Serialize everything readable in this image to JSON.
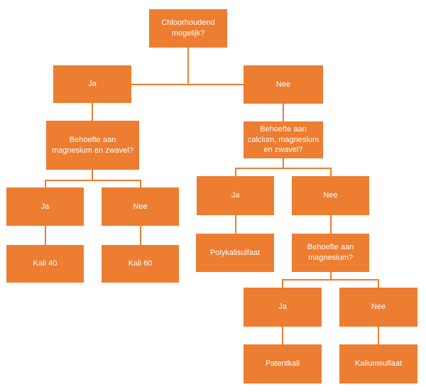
{
  "colors": {
    "box_fill": "#ED7D31",
    "box_text": "#FFFFFF",
    "connector_line": "#ED7D31",
    "background": "#FFFFFF"
  },
  "flowchart": {
    "nodes": {
      "root": {
        "label": "Chloorhoudend mogelijk?"
      },
      "ja_chloor": {
        "label": "Ja"
      },
      "nee_chloor": {
        "label": "Nee"
      },
      "vraag_magnesium_zwavel": {
        "label": "Behoefte aan magnesium en zwavel?"
      },
      "ja_magnesium_zwavel": {
        "label": "Ja"
      },
      "nee_magnesium_zwavel": {
        "label": "Nee"
      },
      "kali_40": {
        "label": "Kali 40"
      },
      "kali_60": {
        "label": "Kali 60"
      },
      "vraag_calcium_magnesium_zwavel": {
        "label": "Behoefte aan calcium, magnesium en zwavel?"
      },
      "ja_calcium": {
        "label": "Ja"
      },
      "nee_calcium": {
        "label": "Nee"
      },
      "polykalisulfaat": {
        "label": "Polykalisulfaat"
      },
      "vraag_magnesium": {
        "label": "Behoefte aan magnesium?"
      },
      "ja_magnesium": {
        "label": "Ja"
      },
      "nee_magnesium": {
        "label": "Nee"
      },
      "patentkali": {
        "label": "Patentkali"
      },
      "kaliumsulfaat": {
        "label": "Kaliumsulfaat"
      }
    },
    "edges": [
      {
        "from": "root",
        "to": "ja_chloor"
      },
      {
        "from": "root",
        "to": "nee_chloor"
      },
      {
        "from": "ja_chloor",
        "to": "vraag_magnesium_zwavel"
      },
      {
        "from": "vraag_magnesium_zwavel",
        "to": "ja_magnesium_zwavel"
      },
      {
        "from": "vraag_magnesium_zwavel",
        "to": "nee_magnesium_zwavel"
      },
      {
        "from": "ja_magnesium_zwavel",
        "to": "kali_40"
      },
      {
        "from": "nee_magnesium_zwavel",
        "to": "kali_60"
      },
      {
        "from": "nee_chloor",
        "to": "vraag_calcium_magnesium_zwavel"
      },
      {
        "from": "vraag_calcium_magnesium_zwavel",
        "to": "ja_calcium"
      },
      {
        "from": "vraag_calcium_magnesium_zwavel",
        "to": "nee_calcium"
      },
      {
        "from": "ja_calcium",
        "to": "polykalisulfaat"
      },
      {
        "from": "nee_calcium",
        "to": "vraag_magnesium"
      },
      {
        "from": "vraag_magnesium",
        "to": "ja_magnesium"
      },
      {
        "from": "vraag_magnesium",
        "to": "nee_magnesium"
      },
      {
        "from": "ja_magnesium",
        "to": "patentkali"
      },
      {
        "from": "nee_magnesium",
        "to": "kaliumsulfaat"
      }
    ]
  }
}
